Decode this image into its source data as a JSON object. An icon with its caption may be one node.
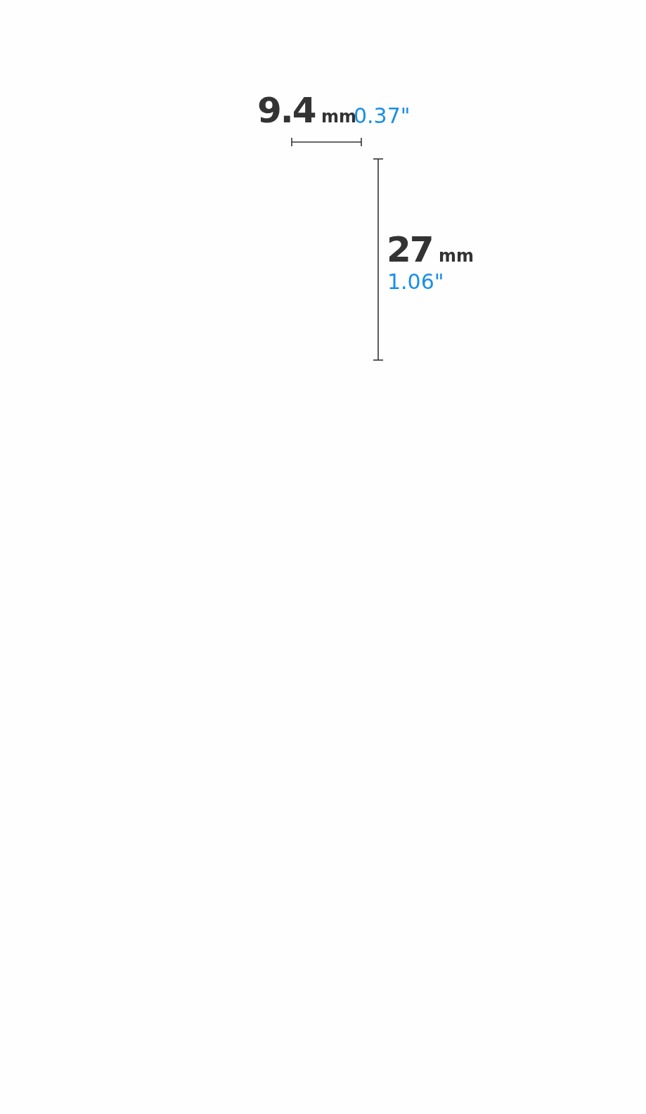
{
  "diagram": {
    "labels": [
      "9.4 mm",
      "0.37\"",
      "27 mm",
      "1.06\""
    ]
  }
}
